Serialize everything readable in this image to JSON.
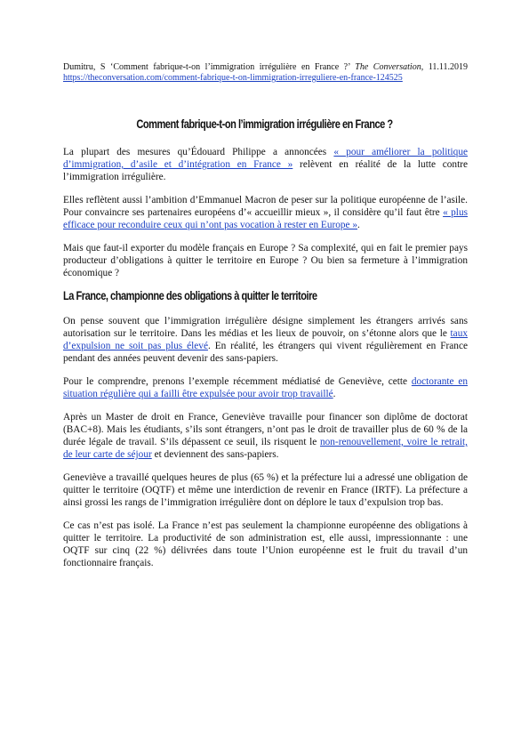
{
  "citation": {
    "author": "Dumitru, S",
    "quote_title": "‘Comment fabrique-t-on l’immigration irrégulière en France ?’",
    "journal": "The Conversation",
    "date": ", 11.11.2019",
    "url": "https://theconversation.com/comment-fabrique-t-on-limmigration-irreguliere-en-france-124525"
  },
  "title": "Comment fabrique-t-on l’immigration irrégulière en France ?",
  "p1": {
    "t1": "La plupart des mesures qu’Édouard Philippe a annoncées ",
    "link": "« pour améliorer la politique d’immigration, d’asile et d’intégration en France »",
    "t2": " relèvent en réalité de la lutte contre l’immigration irrégulière."
  },
  "p2": {
    "t1": "Elles reflètent aussi l’ambition d’Emmanuel Macron de peser sur la politique européenne de l’asile. Pour convaincre ses partenaires européens d’« accueillir mieux », il considère qu’il faut être ",
    "link": "« plus efficace pour reconduire ceux qui n’ont pas vocation à rester en Europe »",
    "t2": "."
  },
  "p3": "Mais que faut-il exporter du modèle français en Europe ? Sa complexité, qui en fait le premier pays producteur d’obligations à quitter le territoire en Europe ? Ou bien sa fermeture à l’immigration économique ?",
  "subheading": "La France, championne des obligations à quitter le territoire",
  "p4": {
    "t1": "On pense souvent que l’immigration irrégulière désigne simplement les étrangers arrivés sans autorisation sur le territoire. Dans les médias et les lieux de pouvoir, on s’étonne alors que le ",
    "link": "taux d’expulsion ne soit pas plus élevé",
    "t2": ". En réalité, les étrangers qui vivent régulièrement en France pendant des années peuvent devenir des sans-papiers."
  },
  "p5": {
    "t1": "Pour le comprendre, prenons l’exemple récemment médiatisé de Geneviève, cette ",
    "link": "doctorante en situation régulière qui a failli être expulsée pour avoir trop travaillé",
    "t2": "."
  },
  "p6": {
    "t1": "Après un Master de droit en France, Geneviève travaille pour financer son diplôme de doctorat (BAC+8). Mais les étudiants, s’ils sont étrangers, n’ont pas le droit de travailler plus de 60 % de la durée légale de travail. S’ils dépassent ce seuil, ils risquent le ",
    "link": "non-renouvellement, voire le retrait, de leur carte de séjour",
    "t2": " et deviennent des sans-papiers."
  },
  "p7": "Geneviève a travaillé quelques heures de plus (65 %) et la préfecture lui a adressé une obligation de quitter le territoire (OQTF) et même une interdiction de revenir en France (IRTF). La préfecture a ainsi grossi les rangs de l’immigration irrégulière dont on déplore le taux d’expulsion trop bas.",
  "p8": "Ce cas n’est pas isolé. La France n’est pas seulement la championne européenne des obligations à quitter le territoire. La productivité de son administration est, elle aussi, impressionnante : une OQTF sur cinq (22 %) délivrées dans toute l’Union européenne est le fruit du travail d’un fonctionnaire français.",
  "colors": {
    "text": "#111111",
    "link": "#1a3fc2",
    "background": "#ffffff"
  }
}
